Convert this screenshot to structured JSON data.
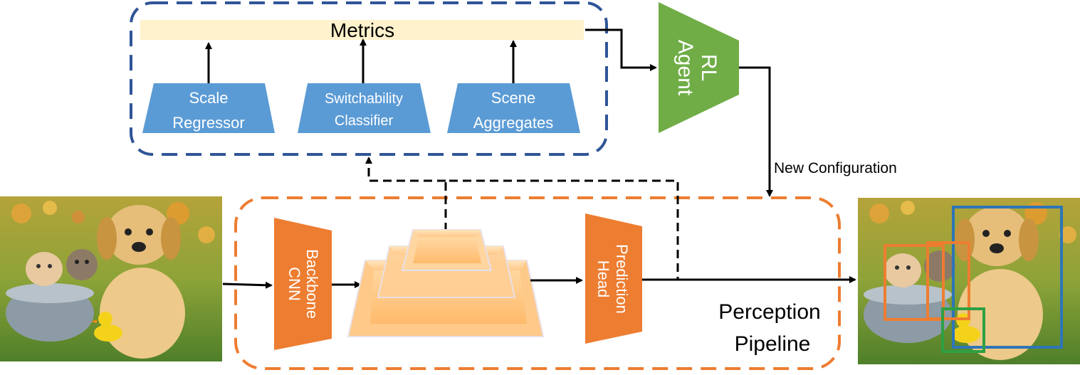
{
  "metrics": {
    "label": "Metrics"
  },
  "modules": {
    "scale_regressor": {
      "line1": "Scale",
      "line2": "Regressor"
    },
    "switchability_classifier": {
      "line1": "Switchability",
      "line2": "Classifier"
    },
    "scene_aggregates": {
      "line1": "Scene",
      "line2": "Aggregates"
    }
  },
  "rl_agent": {
    "line1": "RL",
    "line2": "Agent"
  },
  "new_configuration": {
    "label": "New Configuration"
  },
  "backbone": {
    "line1": "Backbone",
    "line2": "CNN"
  },
  "prediction_head": {
    "line1": "Prediction",
    "line2": "Head"
  },
  "perception_pipeline": {
    "line1": "Perception",
    "line2": "Pipeline"
  },
  "colors": {
    "metrics_box_border": "#2F5597",
    "metrics_bar": "#FFF2CC",
    "module_blue": "#5B9BD5",
    "rl_green": "#70AD47",
    "pipeline_orange": "#ED7D31",
    "pipeline_border": "#ED7D31",
    "pyramid_fill": "#FFC47A",
    "box_blue": "#2E75B6",
    "box_orange": "#ED7D31",
    "box_green": "#2EA043"
  },
  "icons": {
    "input_image": "photo-of-kittens-and-puppy",
    "output_image": "photo-with-detection-boxes"
  }
}
